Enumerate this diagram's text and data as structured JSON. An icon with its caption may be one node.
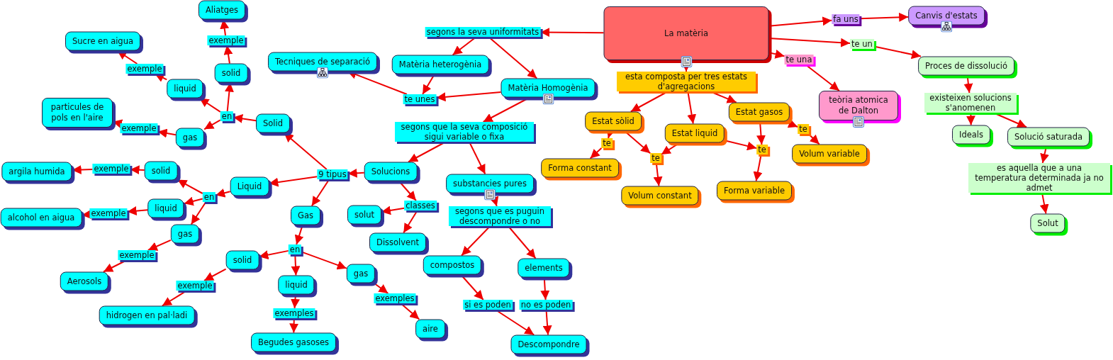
{
  "diagram": {
    "nodes": [
      {
        "text": [
          "La matèria"
        ]
      },
      {
        "text": [
          "segons la seva uniformitats"
        ]
      },
      {
        "text": [
          "Matèria heterogènia"
        ]
      },
      {
        "text": [
          "Matèria Homogènia"
        ]
      },
      {
        "text": [
          "Tecniques de separació"
        ]
      },
      {
        "text": [
          "te unes"
        ]
      },
      {
        "text": [
          "segons que la seva composició sigui variable o fixa"
        ]
      },
      {
        "text": [
          "Solucions"
        ]
      },
      {
        "text": [
          "9 tipus"
        ]
      },
      {
        "text": [
          "Solid"
        ]
      },
      {
        "text": [
          "en"
        ]
      },
      {
        "text": [
          "solid"
        ]
      },
      {
        "text": [
          "exemple"
        ]
      },
      {
        "text": [
          "Aliatges"
        ]
      },
      {
        "text": [
          "liquid"
        ]
      },
      {
        "text": [
          "exemple"
        ]
      },
      {
        "text": [
          "Sucre en aigua"
        ]
      },
      {
        "text": [
          "gas"
        ]
      },
      {
        "text": [
          "exemple"
        ]
      },
      {
        "text": [
          "particules de pols en l'aire"
        ]
      },
      {
        "text": [
          "Liquid"
        ]
      },
      {
        "text": [
          "en"
        ]
      },
      {
        "text": [
          "solid"
        ]
      },
      {
        "text": [
          "exemple"
        ]
      },
      {
        "text": [
          "argila humida"
        ]
      },
      {
        "text": [
          "liquid"
        ]
      },
      {
        "text": [
          "exemple"
        ]
      },
      {
        "text": [
          "alcohol en aigua"
        ]
      },
      {
        "text": [
          "gas"
        ]
      },
      {
        "text": [
          "exemple"
        ]
      },
      {
        "text": [
          "Aerosols"
        ]
      },
      {
        "text": [
          "Gas"
        ]
      },
      {
        "text": [
          "en"
        ]
      },
      {
        "text": [
          "solid"
        ]
      },
      {
        "text": [
          "exemple"
        ]
      },
      {
        "text": [
          "hidrogen en pal·ladi"
        ]
      },
      {
        "text": [
          "liquid"
        ]
      },
      {
        "text": [
          "exemples"
        ]
      },
      {
        "text": [
          "Begudes gasoses"
        ]
      },
      {
        "text": [
          "gas"
        ]
      },
      {
        "text": [
          "exemples"
        ]
      },
      {
        "text": [
          "aire"
        ]
      },
      {
        "text": [
          "classes"
        ]
      },
      {
        "text": [
          "solut"
        ]
      },
      {
        "text": [
          "Dissolvent"
        ]
      },
      {
        "text": [
          "substancies pures"
        ]
      },
      {
        "text": [
          "segons que es puguin descompondre o no"
        ]
      },
      {
        "text": [
          "compostos"
        ]
      },
      {
        "text": [
          "elements"
        ]
      },
      {
        "text": [
          "si es poden"
        ]
      },
      {
        "text": [
          "no es poden"
        ]
      },
      {
        "text": [
          "Descompondre"
        ]
      },
      {
        "text": [
          "esta composta per tres estats d'agregacions"
        ]
      },
      {
        "text": [
          "Estat sòlid"
        ]
      },
      {
        "text": [
          "te"
        ]
      },
      {
        "text": [
          "Forma constant"
        ]
      },
      {
        "text": [
          "Estat liquid"
        ]
      },
      {
        "text": [
          "te"
        ]
      },
      {
        "text": [
          "Volum constant"
        ]
      },
      {
        "text": [
          "Estat gasos"
        ]
      },
      {
        "text": [
          "te"
        ]
      },
      {
        "text": [
          "Forma variable"
        ]
      },
      {
        "text": [
          "te"
        ]
      },
      {
        "text": [
          "Volum variable"
        ]
      },
      {
        "text": [
          "te una"
        ]
      },
      {
        "text": [
          "teòria atomica de Dalton"
        ]
      },
      {
        "text": [
          "fa uns"
        ]
      },
      {
        "text": [
          "Canvis d'estats"
        ]
      },
      {
        "text": [
          "te un"
        ]
      },
      {
        "text": [
          "Proces de dissolució"
        ]
      },
      {
        "text": [
          "existeixen solucions s'anomenen"
        ]
      },
      {
        "text": [
          "Ideals"
        ]
      },
      {
        "text": [
          "Solució saturada"
        ]
      },
      {
        "text": [
          "es aquella que a una temperatura determinada ja no admet"
        ]
      },
      {
        "text": [
          "Solut"
        ]
      }
    ],
    "edges": [
      {
        "from": 0,
        "to": 1,
        "arrow": "to"
      },
      {
        "from": 1,
        "to": 2,
        "arrow": "to"
      },
      {
        "from": 1,
        "to": 3,
        "arrow": "to"
      },
      {
        "from": 2,
        "to": 5,
        "arrow": "to"
      },
      {
        "from": 3,
        "to": 5,
        "arrow": "to"
      },
      {
        "from": 5,
        "to": 4,
        "arrow": "to"
      },
      {
        "from": 3,
        "to": 6,
        "arrow": "to"
      },
      {
        "from": 6,
        "to": 7,
        "arrow": "to"
      },
      {
        "from": 6,
        "to": 45,
        "arrow": "to"
      },
      {
        "from": 7,
        "to": 8,
        "arrow": "to"
      },
      {
        "from": 7,
        "to": 42,
        "arrow": "to"
      },
      {
        "from": 42,
        "to": 43,
        "arrow": "to"
      },
      {
        "from": 42,
        "to": 44,
        "arrow": "to"
      },
      {
        "from": 8,
        "to": 9,
        "arrow": "to"
      },
      {
        "from": 8,
        "to": 20,
        "arrow": "to"
      },
      {
        "from": 8,
        "to": 31,
        "arrow": "to"
      },
      {
        "from": 9,
        "to": 10,
        "arrow": "to"
      },
      {
        "from": 10,
        "to": 11,
        "arrow": "to"
      },
      {
        "from": 10,
        "to": 14,
        "arrow": "to"
      },
      {
        "from": 10,
        "to": 17,
        "arrow": "to"
      },
      {
        "from": 11,
        "to": 12,
        "arrow": "to"
      },
      {
        "from": 12,
        "to": 13,
        "arrow": "to"
      },
      {
        "from": 14,
        "to": 15,
        "arrow": "to"
      },
      {
        "from": 15,
        "to": 16,
        "arrow": "to"
      },
      {
        "from": 17,
        "to": 18,
        "arrow": "to"
      },
      {
        "from": 18,
        "to": 19,
        "arrow": "to"
      },
      {
        "from": 20,
        "to": 21,
        "arrow": "to"
      },
      {
        "from": 21,
        "to": 22,
        "arrow": "to"
      },
      {
        "from": 21,
        "to": 25,
        "arrow": "to"
      },
      {
        "from": 21,
        "to": 28,
        "arrow": "to"
      },
      {
        "from": 22,
        "to": 23,
        "arrow": "to"
      },
      {
        "from": 23,
        "to": 24,
        "arrow": "to"
      },
      {
        "from": 25,
        "to": 26,
        "arrow": "to"
      },
      {
        "from": 26,
        "to": 27,
        "arrow": "to"
      },
      {
        "from": 28,
        "to": 29,
        "arrow": "to"
      },
      {
        "from": 29,
        "to": 30,
        "arrow": "to"
      },
      {
        "from": 31,
        "to": 32,
        "arrow": "to"
      },
      {
        "from": 32,
        "to": 33,
        "arrow": "to"
      },
      {
        "from": 32,
        "to": 36,
        "arrow": "to"
      },
      {
        "from": 32,
        "to": 39,
        "arrow": "to"
      },
      {
        "from": 33,
        "to": 34,
        "arrow": "to"
      },
      {
        "from": 34,
        "to": 35,
        "arrow": "to"
      },
      {
        "from": 36,
        "to": 37,
        "arrow": "to"
      },
      {
        "from": 37,
        "to": 38,
        "arrow": "to"
      },
      {
        "from": 39,
        "to": 40,
        "arrow": "to"
      },
      {
        "from": 40,
        "to": 41,
        "arrow": "to"
      },
      {
        "from": 45,
        "to": 46,
        "arrow": "to"
      },
      {
        "from": 46,
        "to": 47,
        "arrow": "to"
      },
      {
        "from": 46,
        "to": 48,
        "arrow": "to"
      },
      {
        "from": 47,
        "to": 49,
        "arrow": "to"
      },
      {
        "from": 48,
        "to": 50,
        "arrow": "to"
      },
      {
        "from": 49,
        "to": 51,
        "arrow": "to"
      },
      {
        "from": 50,
        "to": 51,
        "arrow": "to"
      },
      {
        "from": 0,
        "to": 52,
        "arrow": "to"
      },
      {
        "from": 52,
        "to": 53,
        "arrow": "to"
      },
      {
        "from": 52,
        "to": 56,
        "arrow": "to"
      },
      {
        "from": 52,
        "to": 59,
        "arrow": "to"
      },
      {
        "from": 53,
        "to": 54,
        "arrow": "to"
      },
      {
        "from": 54,
        "to": 55,
        "arrow": "to"
      },
      {
        "from": 53,
        "to": 57,
        "arrow": "to"
      },
      {
        "from": 56,
        "to": 57,
        "arrow": "to"
      },
      {
        "from": 57,
        "to": 58,
        "arrow": "to"
      },
      {
        "from": 56,
        "to": 60,
        "arrow": "to"
      },
      {
        "from": 59,
        "to": 60,
        "arrow": "to"
      },
      {
        "from": 60,
        "to": 61,
        "arrow": "to"
      },
      {
        "from": 59,
        "to": 62,
        "arrow": "to"
      },
      {
        "from": 62,
        "to": 63,
        "arrow": "to"
      },
      {
        "from": 0,
        "to": 64,
        "arrow": "to"
      },
      {
        "from": 64,
        "to": 65,
        "arrow": "to"
      },
      {
        "from": 0,
        "to": 66,
        "arrow": "to"
      },
      {
        "from": 66,
        "to": 67,
        "arrow": "to"
      },
      {
        "from": 0,
        "to": 68,
        "arrow": "to"
      },
      {
        "from": 68,
        "to": 69,
        "arrow": "to"
      },
      {
        "from": 69,
        "to": 70,
        "arrow": "to"
      },
      {
        "from": 70,
        "to": 71,
        "arrow": "to"
      },
      {
        "from": 70,
        "to": 72,
        "arrow": "to"
      },
      {
        "from": 72,
        "to": 73,
        "arrow": "to"
      },
      {
        "from": 73,
        "to": 74,
        "arrow": "to"
      }
    ]
  }
}
